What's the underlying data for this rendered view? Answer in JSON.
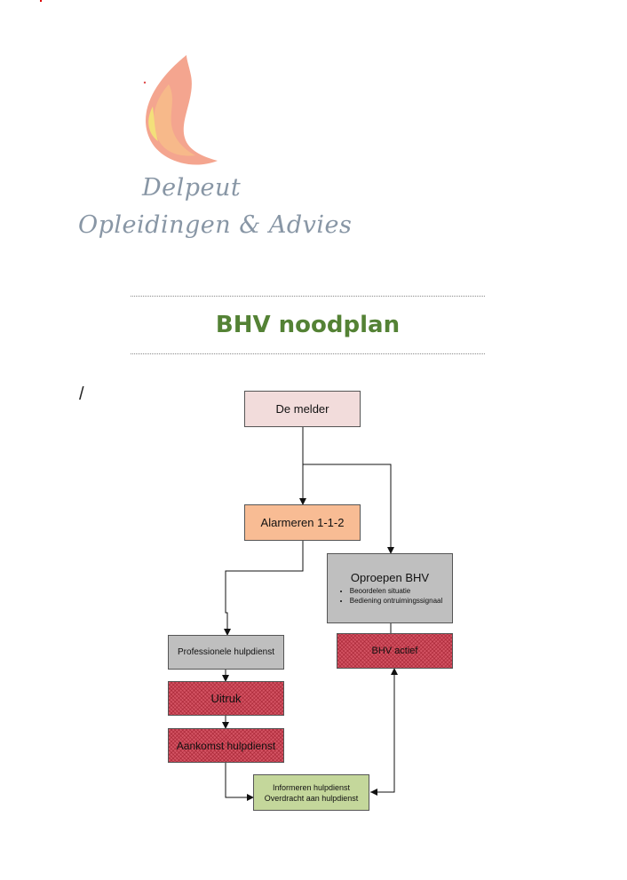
{
  "brand": {
    "logo_icon": "flame-icon",
    "name_line1": "Delpeut",
    "name_line2": "Opleidingen & Advies",
    "colors": {
      "flame_outer": "#f4a58f",
      "flame_mid": "#f7b98a",
      "flame_inner": "#f3e07a",
      "text": "#8896a5"
    }
  },
  "document": {
    "title": "BHV noodplan",
    "title_color": "#548235",
    "stray_mark": "/"
  },
  "flowchart": {
    "nodes": {
      "melder": {
        "label": "De melder",
        "color": "#f2dcdb"
      },
      "alarmeren": {
        "label": "Alarmeren 1-1-2",
        "color": "#f8bc94"
      },
      "oproepen": {
        "label": "Oproepen BHV",
        "color": "#bfbfbf",
        "bullets": [
          "Beoordelen situatie",
          "Bediening ontruimingssignaal"
        ]
      },
      "bhv_actief": {
        "label": "BHV actief",
        "color": "#d45464"
      },
      "professionele": {
        "label": "Professionele hulpdienst",
        "color": "#bfbfbf"
      },
      "uitruk": {
        "label": "Uitruk",
        "color": "#d45464"
      },
      "aankomst": {
        "label": "Aankomst hulpdienst",
        "color": "#d45464"
      },
      "informeren": {
        "line1": "Informeren hulpdienst",
        "line2": "Overdracht aan hulpdienst",
        "color": "#c4d79b"
      }
    }
  }
}
